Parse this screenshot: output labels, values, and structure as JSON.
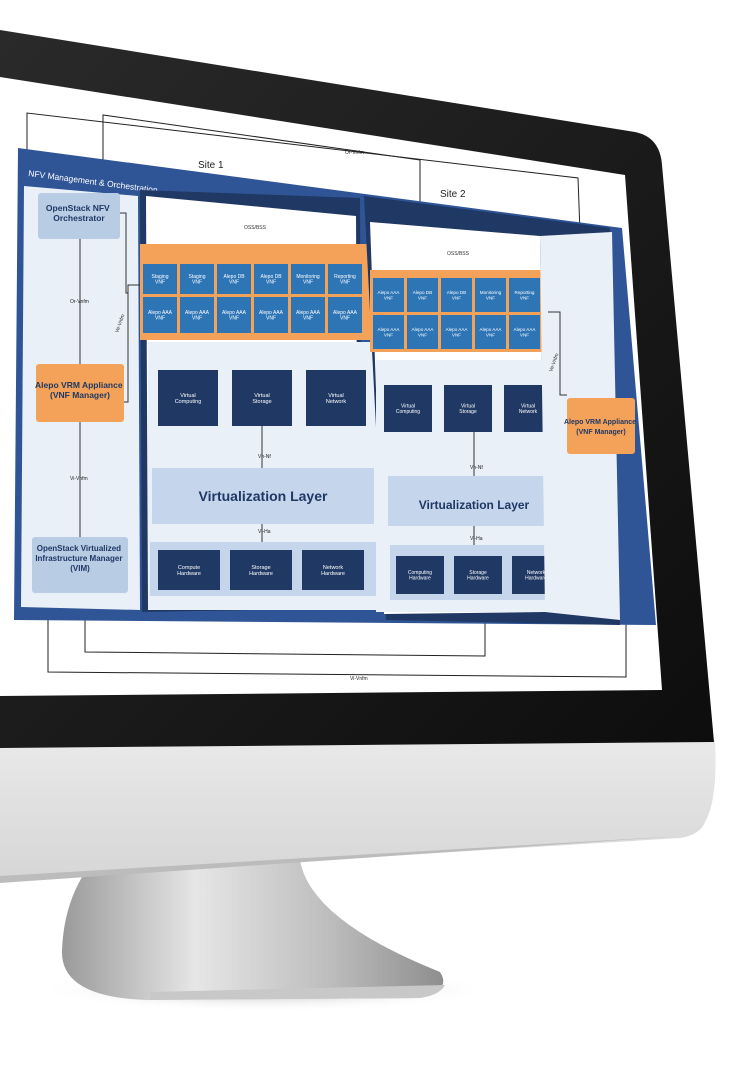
{
  "mgmt_header": "NFV Management & Orchestration",
  "interfaces": {
    "top": "Or-Vnfm",
    "bottom": "Vi-Vnfm",
    "or_vnfm_left": "Or-Vnfm",
    "vi_vnfm_left": "Vi-Vnfm",
    "ve_vnfm_1": "Ve-Vnfm",
    "ve_vnfm_2": "Ve-Vnfm"
  },
  "left_panel": {
    "orchestrator": "OpenStack NFV Orchestrator",
    "vnf_manager": "Alepo VRM Appliance (VNF Manager)",
    "vim": "OpenStack Virtualized Infrastructure Manager (VIM)"
  },
  "sites": [
    {
      "title": "Site 1",
      "oss": "OSS/BSS",
      "vnf_row1": [
        "Staging VNF",
        "Staging VNF",
        "Alepo DB VNF",
        "Alepo DB VNF",
        "Monitoring VNF",
        "Reporting VNF"
      ],
      "vnf_row2": [
        "Alepo AAA VNF",
        "Alepo AAA VNF",
        "Alepo AAA VNF",
        "Alepo AAA VNF",
        "Alepo AAA VNF",
        "Alepo AAA VNF"
      ],
      "virtual": [
        "Virtual Computing",
        "Virtual Storage",
        "Virtual Network"
      ],
      "vn_nf": "Vn-Nf",
      "layer": "Virtualization Layer",
      "vl_ha": "Vl-Ha",
      "hardware": [
        "Compute Hardware",
        "Storage Hardware",
        "Network Hardware"
      ]
    },
    {
      "title": "Site 2",
      "oss": "OSS/BSS",
      "vnf_row1": [
        "Alepo AAA VNF",
        "Alepo DB VNF",
        "Alepo DB VNF",
        "Monitoring VNF",
        "Reporting VNF"
      ],
      "vnf_row2": [
        "Alepo AAA VNF",
        "Alepo AAA VNF",
        "Alepo AAA VNF",
        "Alepo AAA VNF",
        "Alepo AAA VNF"
      ],
      "virtual": [
        "Virtual Computing",
        "Virtual Storage",
        "Virtual Network"
      ],
      "vn_nf": "Vn-Nf",
      "layer": "Virtualization Layer",
      "vl_ha": "Vl-Ha",
      "hardware": [
        "Computing Hardware",
        "Storage Hardware",
        "Network Hardware"
      ]
    }
  ],
  "right_vnf_manager": "Alepo VRM Appliance (VNF Manager)"
}
